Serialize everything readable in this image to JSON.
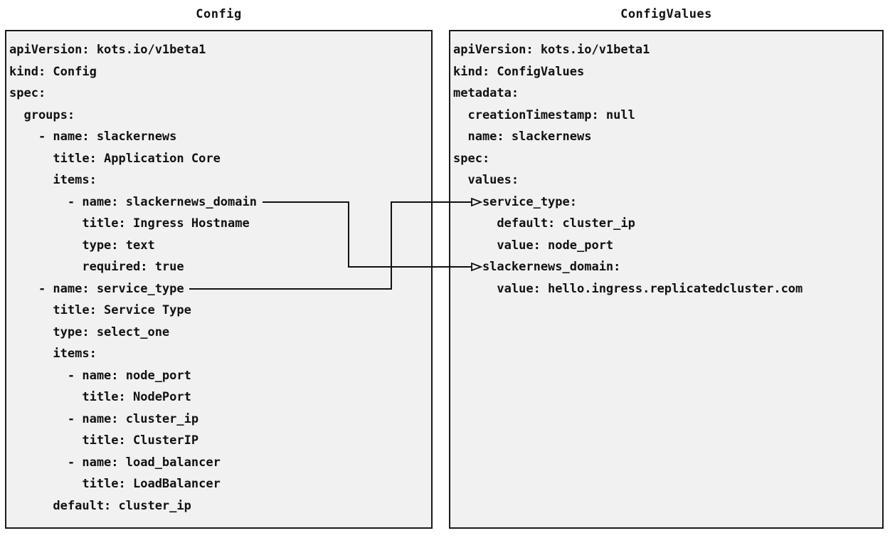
{
  "diagram": {
    "left_panel": {
      "title": "Config",
      "code_lines": [
        "apiVersion: kots.io/v1beta1",
        "kind: Config",
        "spec:",
        "  groups:",
        "    - name: slackernews",
        "      title: Application Core",
        "      items:",
        "        - name: slackernews_domain",
        "          title: Ingress Hostname",
        "          type: text",
        "          required: true",
        "    - name: service_type",
        "      title: Service Type",
        "      type: select_one",
        "      items:",
        "        - name: node_port",
        "          title: NodePort",
        "        - name: cluster_ip",
        "          title: ClusterIP",
        "        - name: load_balancer",
        "          title: LoadBalancer",
        "      default: cluster_ip"
      ]
    },
    "right_panel": {
      "title": "ConfigValues",
      "code_lines": [
        "apiVersion: kots.io/v1beta1",
        "kind: ConfigValues",
        "metadata:",
        "  creationTimestamp: null",
        "  name: slackernews",
        "spec:",
        "  values:",
        "    service_type:",
        "      default: cluster_ip",
        "      value: node_port",
        "    slackernews_domain:",
        "      value: hello.ingress.replicatedcluster.com"
      ]
    },
    "connections": [
      {
        "from_label": "slackernews_domain",
        "to_label": "slackernews_domain"
      },
      {
        "from_label": "service_type",
        "to_label": "service_type"
      }
    ],
    "colors": {
      "page_bg": "#ffffff",
      "panel_bg": "#f1f1f1",
      "border": "#1a1a1a",
      "text": "#111111",
      "arrow": "#111111"
    }
  }
}
